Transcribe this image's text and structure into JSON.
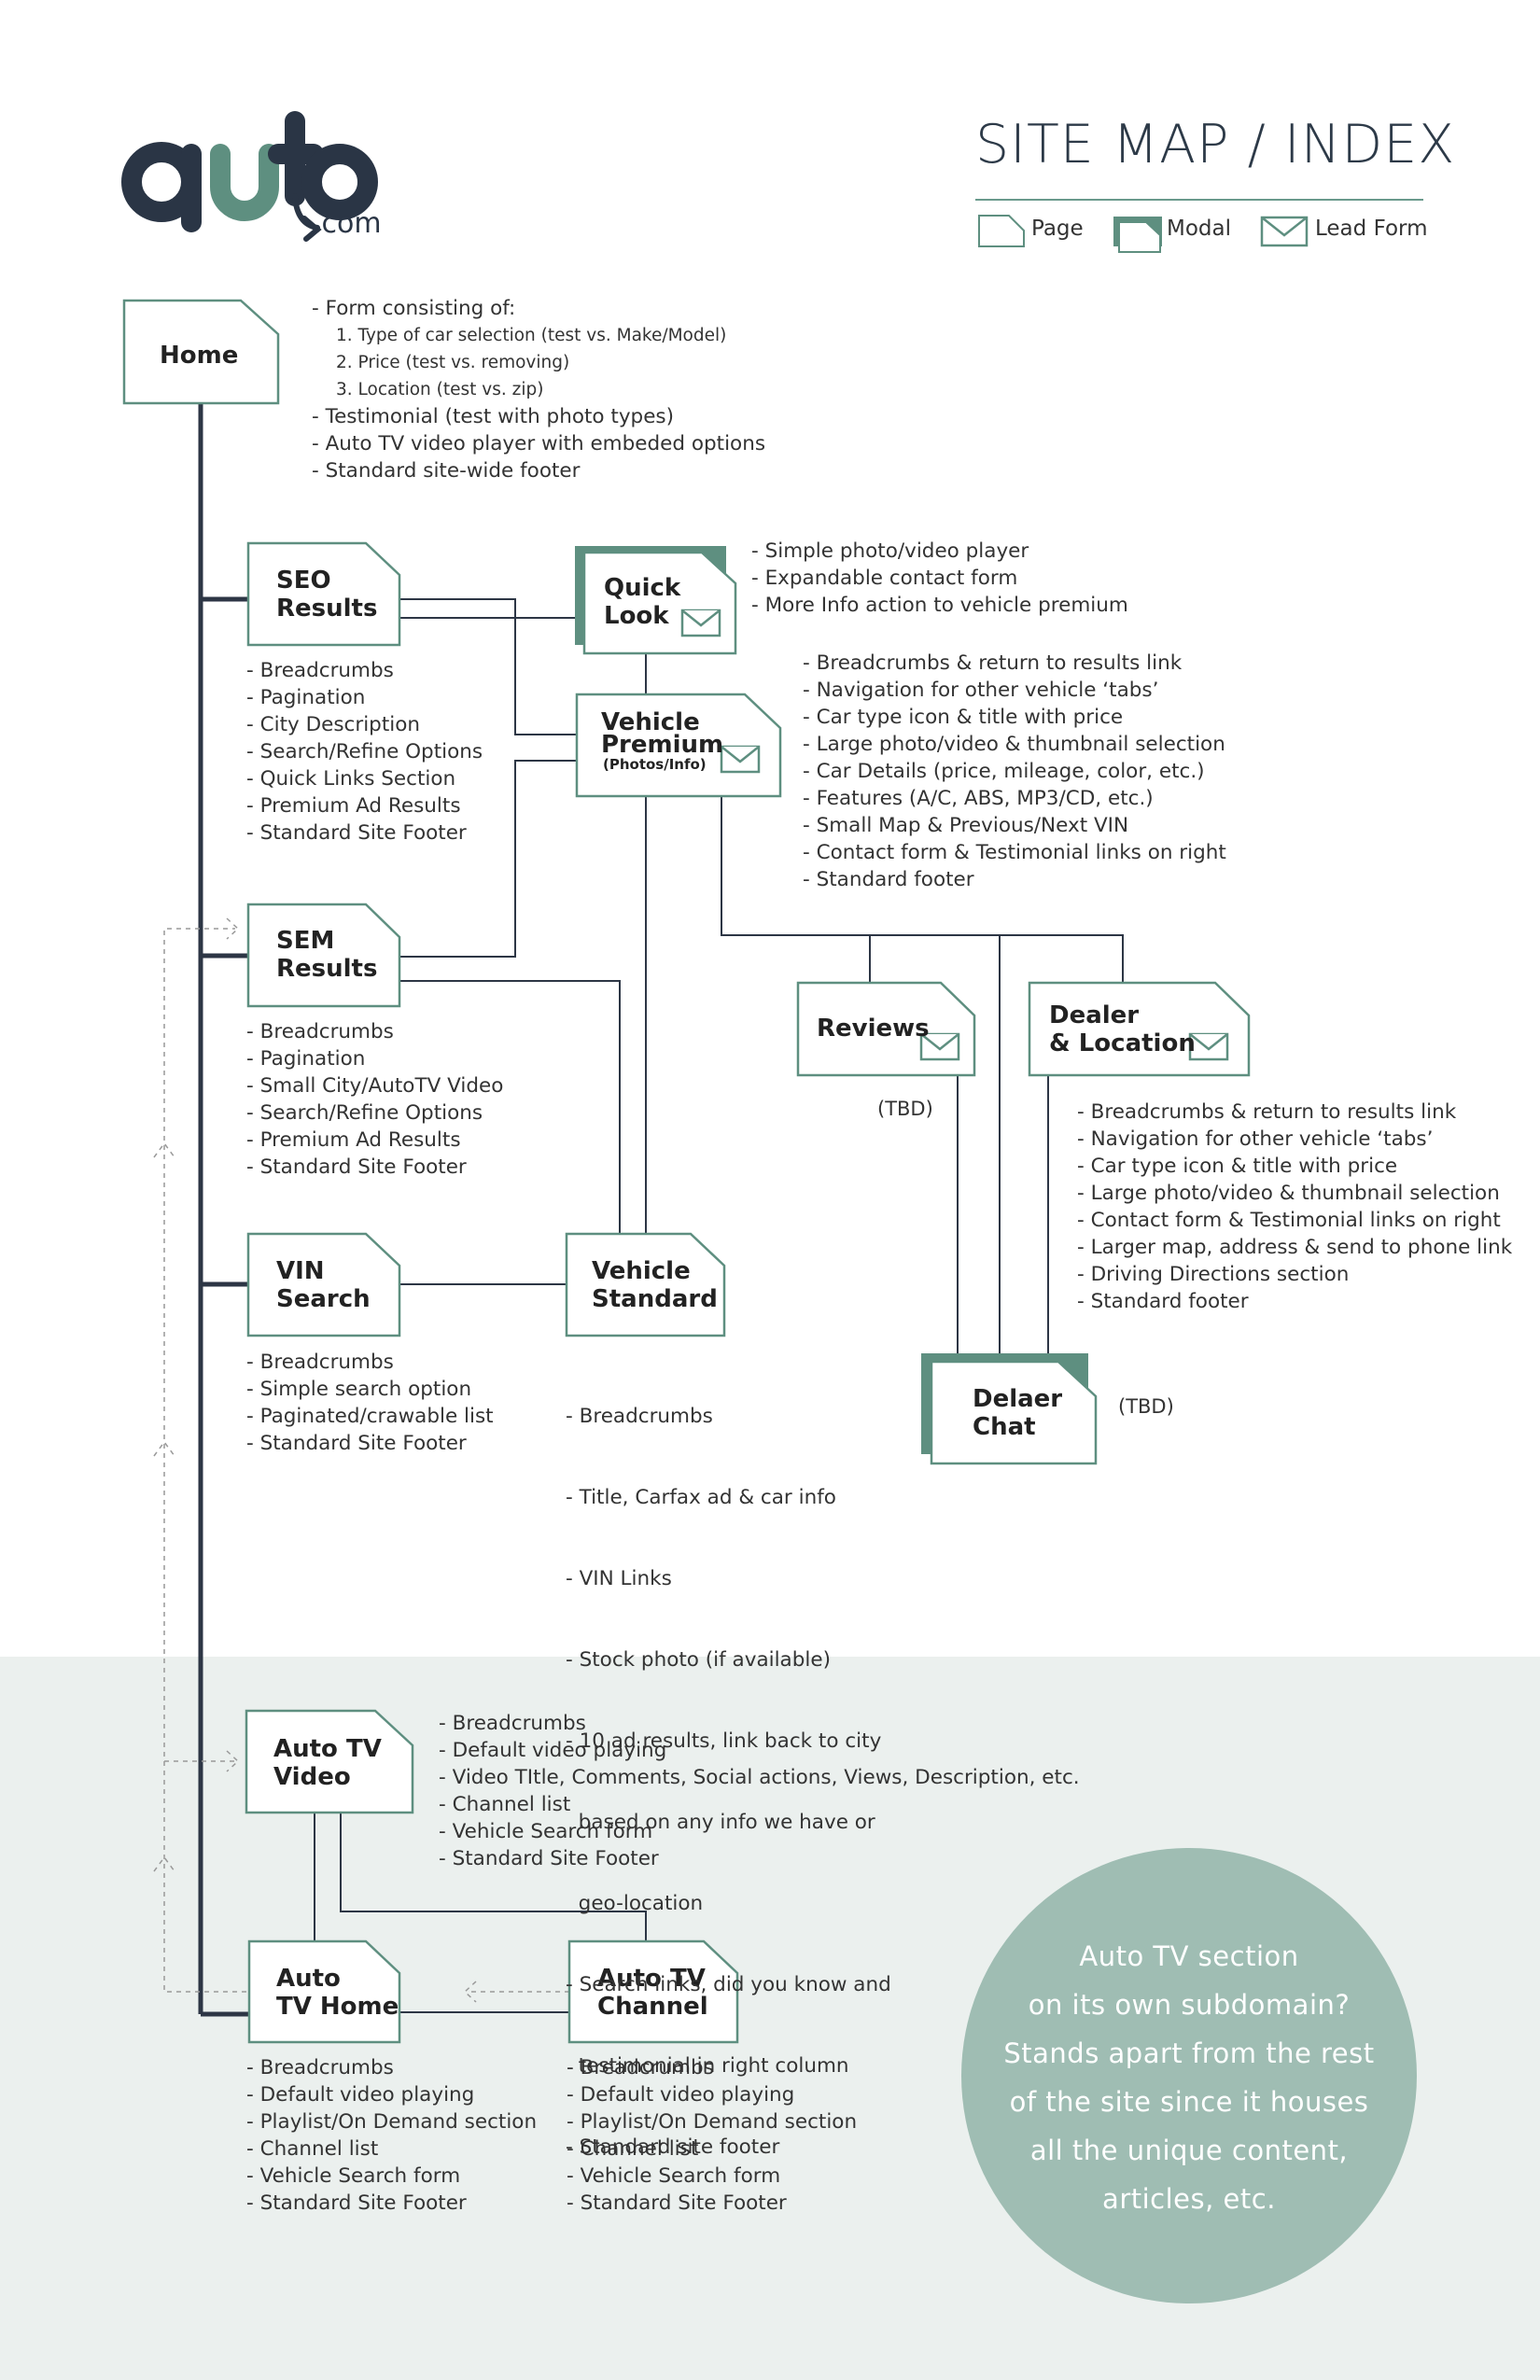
{
  "logo": {
    "text": "auto",
    "suffix": ".com"
  },
  "header": {
    "title": "SITE MAP / INDEX"
  },
  "legend": {
    "page": "Page",
    "modal": "Modal",
    "lead_form": "Lead Form"
  },
  "colors": {
    "accent": "#5e8f80",
    "line": "#2d3645",
    "circle": "#9fbdb3",
    "band": "#ebf0ee"
  },
  "nodes": {
    "home": "Home",
    "seo_results": [
      "SEO",
      "Results"
    ],
    "sem_results": [
      "SEM",
      "Results"
    ],
    "vin_search": [
      "VIN",
      "Search"
    ],
    "quick_look": [
      "Quick",
      "Look"
    ],
    "vehicle_premium": [
      "Vehicle",
      "Premium",
      "(Photos/Info)"
    ],
    "vehicle_standard": [
      "Vehicle",
      "Standard"
    ],
    "reviews": "Reviews",
    "dealer_location": [
      "Dealer",
      "& Location"
    ],
    "dealer_chat": [
      "Delaer",
      "Chat"
    ],
    "auto_tv_video": [
      "Auto TV",
      "Video"
    ],
    "auto_tv_home": [
      "Auto",
      "TV Home"
    ],
    "auto_tv_channel": [
      "Auto TV",
      "Channel"
    ]
  },
  "descriptions": {
    "home": {
      "intro": "- Form consisting of:",
      "sub": [
        "1. Type of car selection (test vs. Make/Model)",
        "2. Price (test vs. removing)",
        "3. Location (test vs. zip)"
      ],
      "items": [
        "- Testimonial (test with photo types)",
        "- Auto TV video player with embeded options",
        "- Standard site-wide footer"
      ]
    },
    "quick_look": [
      "- Simple photo/video player",
      "- Expandable contact form",
      "- More Info action to vehicle premium"
    ],
    "vehicle_premium": [
      "- Breadcrumbs & return to results link",
      "- Navigation for other vehicle ‘tabs’",
      "- Car type icon & title with price",
      "- Large photo/video & thumbnail selection",
      "- Car Details (price, mileage, color, etc.)",
      "- Features (A/C, ABS, MP3/CD, etc.)",
      "- Small Map & Previous/Next VIN",
      "- Contact form & Testimonial links on right",
      "- Standard footer"
    ],
    "seo_results": [
      "- Breadcrumbs",
      "- Pagination",
      "- City Description",
      "- Search/Refine Options",
      "- Quick Links Section",
      "- Premium Ad Results",
      "- Standard Site Footer"
    ],
    "sem_results": [
      "- Breadcrumbs",
      "- Pagination",
      "- Small City/AutoTV Video",
      "- Search/Refine Options",
      "- Premium Ad Results",
      "- Standard Site Footer"
    ],
    "dealer_location": [
      "- Breadcrumbs & return to results link",
      "- Navigation for other vehicle ‘tabs’",
      "- Car type icon & title with price",
      "- Large photo/video & thumbnail selection",
      "- Contact form & Testimonial links on right",
      "- Larger map, address & send to phone link",
      "- Driving Directions section",
      "- Standard footer"
    ],
    "vin_search": [
      "- Breadcrumbs",
      "- Simple search option",
      "- Paginated/crawable list",
      "- Standard Site Footer"
    ],
    "vehicle_standard": [
      "- Breadcrumbs",
      "- Title, Carfax ad & car info",
      "- VIN Links",
      "- Stock photo (if available)",
      "- 10 ad results, link back to city",
      "  based on any info we have or",
      "  geo-location",
      "- Search links, did you know and",
      "  testimonial in right column",
      "- Standard site footer"
    ],
    "auto_tv_video": [
      "- Breadcrumbs",
      "- Default video playing",
      "- Video TItle, Comments, Social actions, Views, Description, etc.",
      "- Channel list",
      "- Vehicle Search form",
      "- Standard Site Footer"
    ],
    "auto_tv_home": [
      "- Breadcrumbs",
      "- Default video playing",
      "- Playlist/On Demand section",
      "- Channel list",
      "- Vehicle Search form",
      "- Standard Site Footer"
    ],
    "auto_tv_channel": [
      "- Breadcrumbs",
      "- Default video playing",
      "- Playlist/On Demand section",
      "- Channel list",
      "- Vehicle Search form",
      "- Standard Site Footer"
    ]
  },
  "tbd": {
    "reviews": "(TBD)",
    "dealer_chat": "(TBD)"
  },
  "callout": [
    "Auto TV section",
    "on its own subdomain?",
    "Stands apart from the rest",
    "of the site since it houses",
    "all the unique content,",
    "articles, etc."
  ]
}
